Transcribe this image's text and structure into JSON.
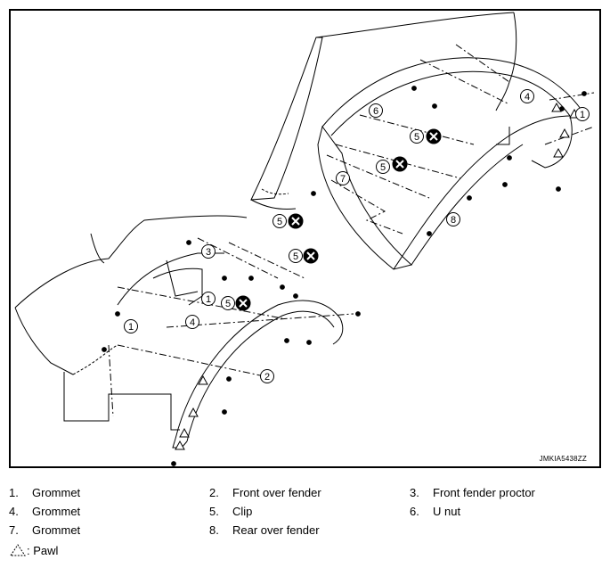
{
  "diagram": {
    "image_code": "JMKIA5438ZZ",
    "callouts": [
      "1",
      "2",
      "3",
      "4",
      "5",
      "6",
      "7",
      "8"
    ]
  },
  "legend": {
    "items": [
      {
        "num": "1.",
        "label": "Grommet"
      },
      {
        "num": "2.",
        "label": "Front over fender"
      },
      {
        "num": "3.",
        "label": "Front fender proctor"
      },
      {
        "num": "4.",
        "label": "Grommet"
      },
      {
        "num": "5.",
        "label": "Clip"
      },
      {
        "num": "6.",
        "label": "U nut"
      },
      {
        "num": "7.",
        "label": "Grommet"
      },
      {
        "num": "8.",
        "label": "Rear over fender"
      }
    ],
    "pawl_label": ": Pawl"
  }
}
